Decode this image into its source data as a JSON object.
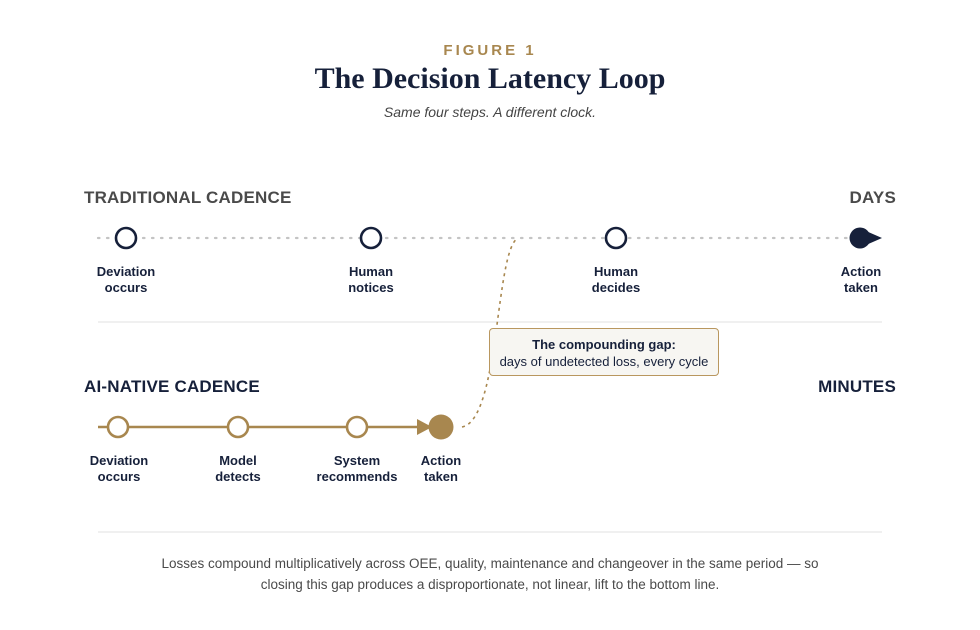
{
  "figure_label": "FIGURE 1",
  "title": "The Decision Latency Loop",
  "subtitle": "Same four steps. A different clock.",
  "traditional": {
    "heading": "TRADITIONAL CADENCE",
    "unit": "DAYS",
    "steps": [
      {
        "label": "Deviation\noccurs"
      },
      {
        "label": "Human\nnotices"
      },
      {
        "label": "Human\ndecides"
      },
      {
        "label": "Action\ntaken"
      }
    ]
  },
  "ai_native": {
    "heading": "AI-NATIVE CADENCE",
    "unit": "MINUTES",
    "steps": [
      {
        "label": "Deviation\noccurs"
      },
      {
        "label": "Model\ndetects"
      },
      {
        "label": "System\nrecommends"
      },
      {
        "label": "Action\ntaken"
      }
    ]
  },
  "callout": {
    "title": "The compounding gap:",
    "body": "days of undetected loss, every cycle"
  },
  "footnote": "Losses compound multiplicatively across OEE, quality, maintenance and changeover in the same period — so closing this gap produces a disproportionate, not linear, lift to the bottom line.",
  "colors": {
    "navy": "#16203a",
    "gold": "#a8874f",
    "dotted_line": "#c4c4c4",
    "divider": "#e2e2e2"
  }
}
